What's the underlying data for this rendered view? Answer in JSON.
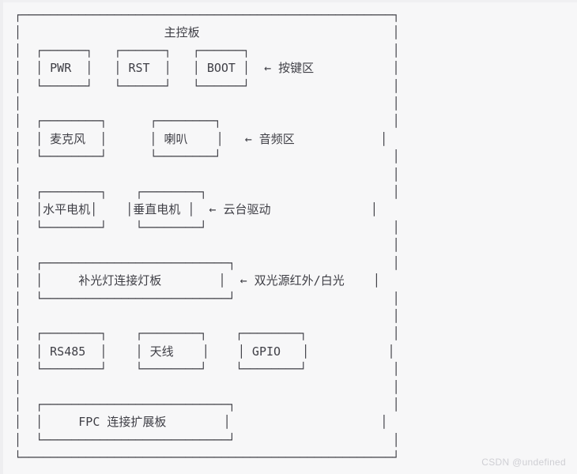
{
  "document": {
    "kind": "ascii-art-block-diagram",
    "background_color": "#f7f7f8",
    "text_color": "#3f3f46",
    "title": "主控板"
  },
  "diagram": {
    "outer_board_label": "主控板",
    "groups": [
      {
        "name": "button-area",
        "annotation": "← 按键区",
        "arrow": "←",
        "annotation_label": "按键区",
        "blocks": [
          {
            "label": "PWR"
          },
          {
            "label": "RST"
          },
          {
            "label": "BOOT"
          }
        ]
      },
      {
        "name": "audio-area",
        "annotation": "← 音频区",
        "arrow": "←",
        "annotation_label": "音频区",
        "blocks": [
          {
            "label": "麦克风"
          },
          {
            "label": "喇叭"
          }
        ]
      },
      {
        "name": "gimbal-drive",
        "annotation": "← 云台驱动",
        "arrow": "←",
        "annotation_label": "云台驱动",
        "blocks": [
          {
            "label": "水平电机"
          },
          {
            "label": "垂直电机"
          }
        ]
      },
      {
        "name": "fill-light",
        "annotation": "← 双光源红外/白光",
        "arrow": "←",
        "annotation_label": "双光源红外/白光",
        "blocks": [
          {
            "label": "补光灯连接灯板"
          }
        ]
      },
      {
        "name": "interfaces",
        "annotation": "",
        "arrow": "",
        "annotation_label": "",
        "blocks": [
          {
            "label": "RS485"
          },
          {
            "label": "天线"
          },
          {
            "label": "GPIO"
          }
        ]
      },
      {
        "name": "expansion",
        "annotation": "",
        "arrow": "",
        "annotation_label": "",
        "blocks": [
          {
            "label": "FPC 连接扩展板"
          }
        ]
      }
    ],
    "art": "┌────────────────────────────────────────────────────┐\n│                    主控板                           │\n│  ┌──────┐   ┌──────┐   ┌──────┐                    │\n│  │ PWR  │   │ RST  │   │ BOOT │  ← 按键区           │\n│  └──────┘   └──────┘   └──────┘                    │\n│                                                    │\n│  ┌────────┐      ┌────────┐                        │\n│  │ 麦克风  │      │ 喇叭    │   ← 音频区            │\n│  └────────┘      └────────┘                        │\n│                                                    │\n│  ┌────────┐    ┌────────┐                          │\n│  │水平电机│    │垂直电机 │  ← 云台驱动              │\n│  └────────┘    └────────┘                          │\n│                                                    │\n│  ┌──────────────────────────┐                      │\n│  │     补光灯连接灯板        │  ← 双光源红外/白光    │\n│  └──────────────────────────┘                      │\n│                                                    │\n│  ┌────────┐    ┌────────┐    ┌────────┐            │\n│  │ RS485  │    │ 天线    │    │ GPIO   │           │\n│  └────────┘    └────────┘    └────────┘            │\n│                                                    │\n│  ┌──────────────────────────┐                      │\n│  │     FPC 连接扩展板        │                     │\n│  └──────────────────────────┘                      │\n└────────────────────────────────────────────────────┘"
  },
  "watermark": {
    "text": "CSDN @undefined"
  }
}
